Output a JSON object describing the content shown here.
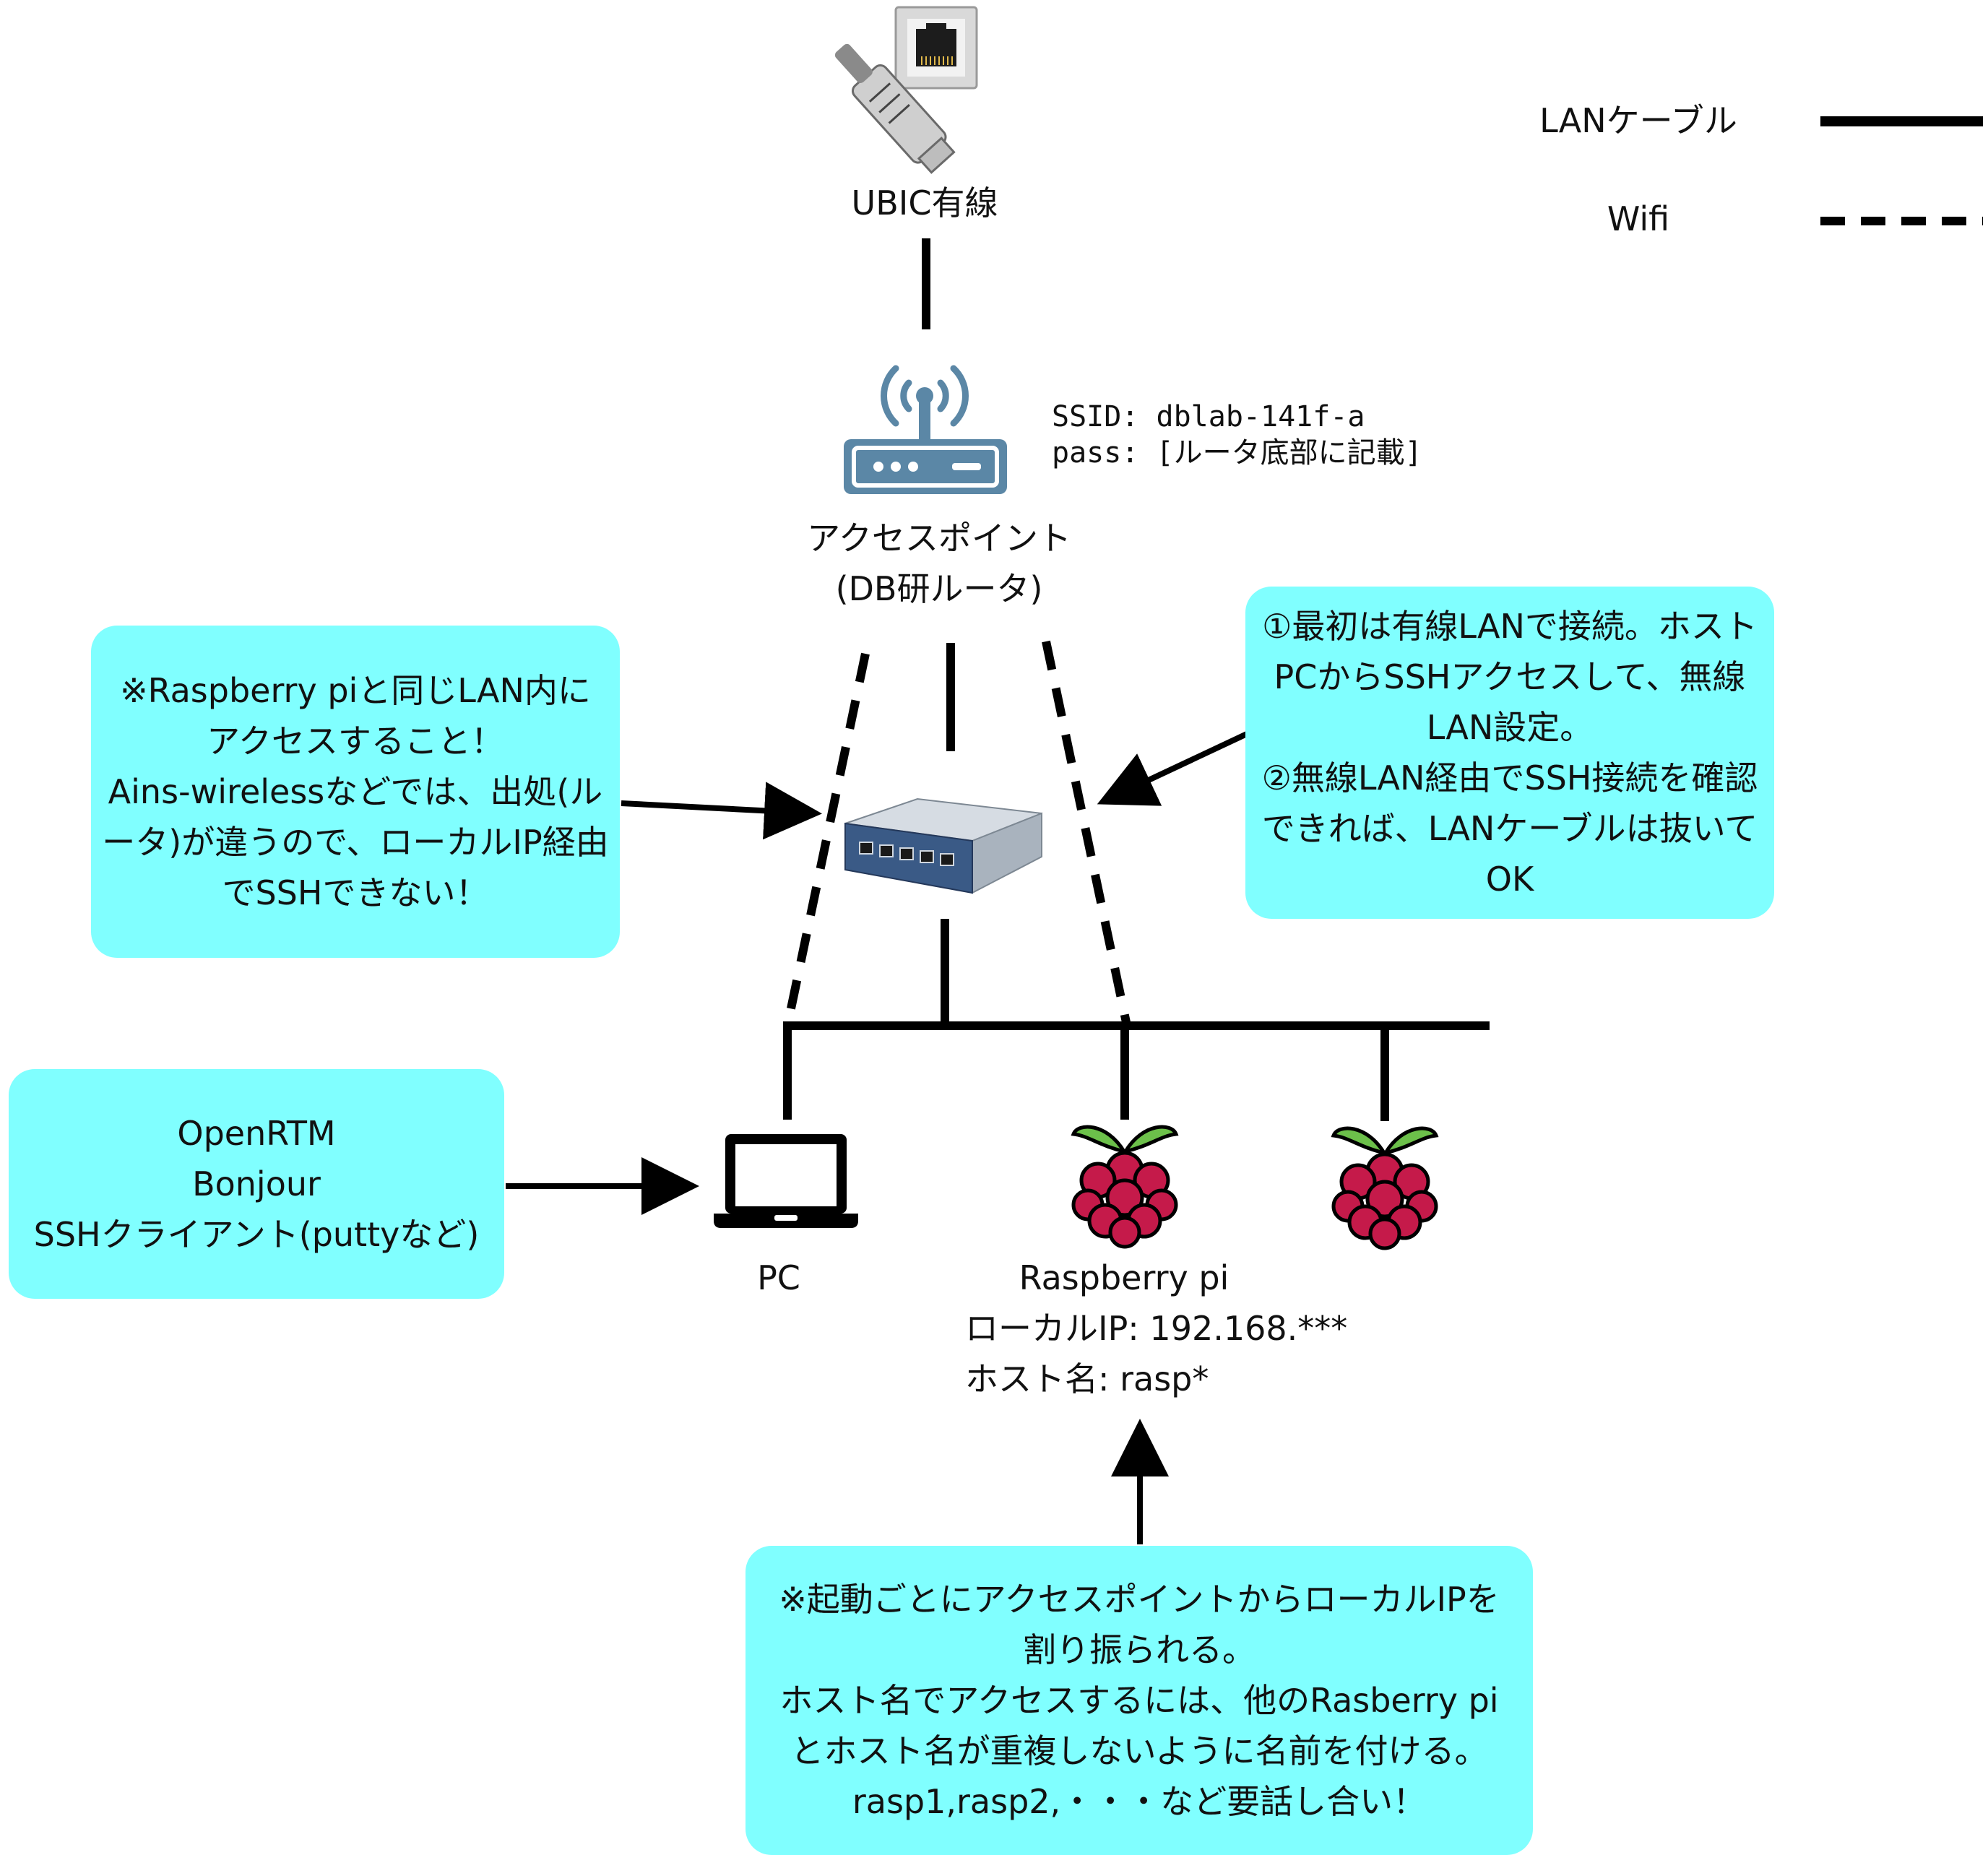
{
  "legend": {
    "lan_label": "LANケーブル",
    "wifi_label": "Wifi"
  },
  "nodes": {
    "wired": "UBIC有線",
    "access_point_line1": "アクセスポイント",
    "access_point_line2": "(DB研ルータ)",
    "ssid_line": "SSID: dblab-141f-a",
    "pass_line": "pass: [ルータ底部に記載]",
    "pc": "PC",
    "raspi_name": "Raspberry pi",
    "raspi_ip": "ローカルIP: 192.168.***",
    "raspi_host": "ホスト名: rasp*"
  },
  "notes": {
    "lan_warning": "※Raspberry piと同じLAN内に\nアクセスすること！\nAins-wirelessなどでは、出処(ル\nータ)が違うので、ローカルIP経由\nでSSHできない！",
    "setup_steps": "①最初は有線LANで接続。ホスト\nPCからSSHアクセスして、無線\nLAN設定。\n②無線LAN経由でSSH接続を確認\nできれば、LANケーブルは抜いて\nOK",
    "pc_software": "OpenRTM\nBonjour\nSSHクライアント(puttyなど)",
    "hostname_note": "※起動ごとにアクセスポイントからローカルIPを\n割り振られる。\nホスト名でアクセスするには、他のRasberry pi\nとホスト名が重複しないように名前を付ける。\nrasp1,rasp2,・・・など要話し合い！"
  },
  "colors": {
    "note_bg": "#80ffff",
    "router_blue": "#5b87a6",
    "raspberry_red": "#c51a4a",
    "leaf_green": "#6cc04a"
  },
  "icons": [
    "ethernet-port-icon",
    "wifi-router-icon",
    "network-switch-icon",
    "laptop-icon",
    "raspberry-pi-icon"
  ]
}
